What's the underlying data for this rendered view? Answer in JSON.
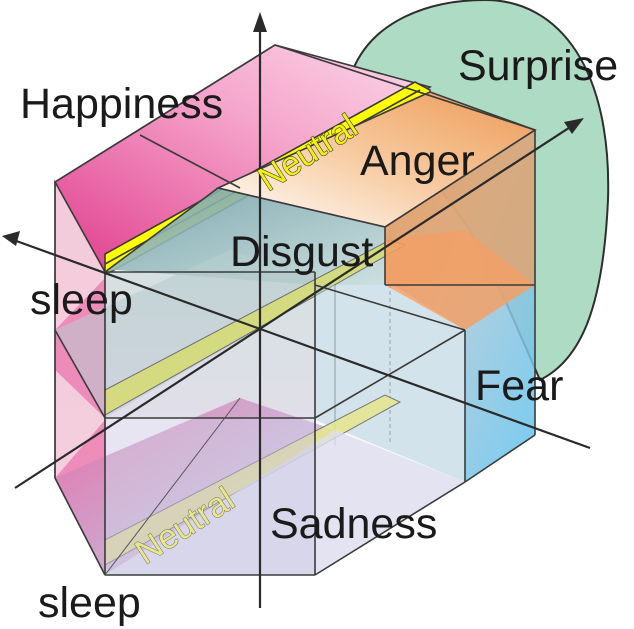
{
  "labels": {
    "surprise": "Surprise",
    "happiness": "Happiness",
    "neutral_top": "Neutral",
    "anger": "Anger",
    "disgust": "Disgust",
    "sleep_upper": "sleep",
    "fear": "Fear",
    "neutral_bottom": "Neutral",
    "sadness": "Sadness",
    "sleep_lower": "sleep"
  },
  "colors": {
    "surprise": "#aedbc4",
    "happiness": "#e8559c",
    "neutral": "#ffff00",
    "anger": "#e88a3a",
    "disgust": "#8fb3b6",
    "fear": "#6ec8f0",
    "sadness": "#c8c8e6"
  }
}
